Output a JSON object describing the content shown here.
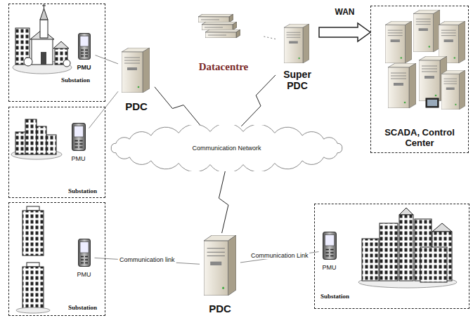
{
  "diagram": {
    "nodes": [
      {
        "text": [
          "Substation"
        ]
      },
      {
        "text": [
          "PMU"
        ],
        "in": 0
      },
      {
        "text": [
          "Datacentre"
        ]
      },
      {
        "text": [
          "Super PDC"
        ]
      },
      {
        "text": [
          "SCADA, Control Center"
        ]
      },
      {
        "text": [
          "PDC"
        ]
      },
      {
        "text": [
          "Substation"
        ]
      },
      {
        "text": [
          "PMU"
        ],
        "in": 6
      },
      {
        "text": [
          "Communication Network"
        ]
      },
      {
        "text": [
          "Substation"
        ]
      },
      {
        "text": [
          "PMU"
        ],
        "in": 9
      },
      {
        "text": [
          "PDC"
        ]
      },
      {
        "text": [
          "Substation"
        ]
      },
      {
        "text": [
          "PMU"
        ],
        "in": 12
      }
    ],
    "edges": [
      {
        "from": 1,
        "to": 5,
        "arrow": "none"
      },
      {
        "from": 7,
        "to": 5,
        "arrow": "none"
      },
      {
        "from": 5,
        "to": 8,
        "arrow": "none"
      },
      {
        "from": 8,
        "to": 3,
        "arrow": "none"
      },
      {
        "from": 3,
        "to": 2,
        "arrow": "none"
      },
      {
        "from": 3,
        "to": 4,
        "label": "WAN",
        "arrow": "to"
      },
      {
        "from": 8,
        "to": 11,
        "arrow": "none"
      },
      {
        "from": 10,
        "to": 11,
        "label": "Communication link",
        "arrow": "none"
      },
      {
        "from": 11,
        "to": 13,
        "label": "Communication Link",
        "arrow": "none"
      }
    ]
  }
}
